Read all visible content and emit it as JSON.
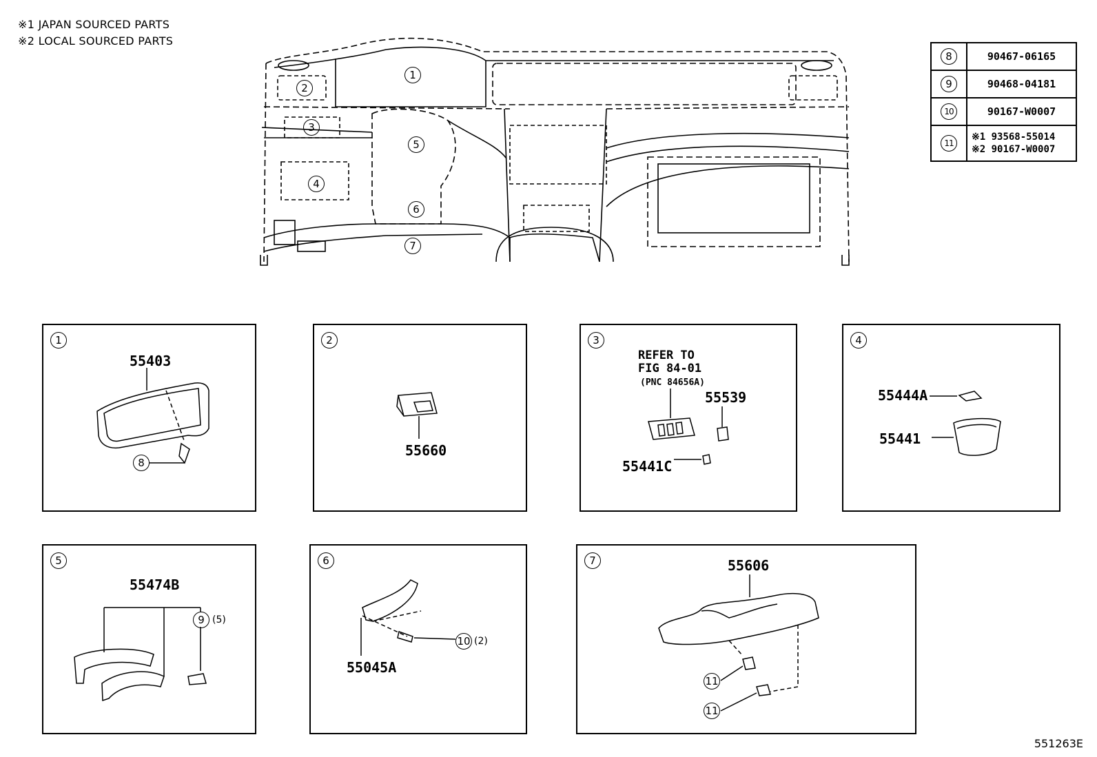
{
  "notes": [
    "※1 JAPAN SOURCED PARTS",
    "※2 LOCAL SOURCED PARTS"
  ],
  "parts_table": [
    {
      "ref": "8",
      "part": "90467-06165"
    },
    {
      "ref": "9",
      "part": "90468-04181"
    },
    {
      "ref": "10",
      "part": "90167-W0007"
    },
    {
      "ref": "11",
      "part_line1": "※1 93568-55014",
      "part_line2": "※2 90167-W0007"
    }
  ],
  "map_callouts": [
    "1",
    "2",
    "3",
    "4",
    "5",
    "6",
    "7"
  ],
  "panels": [
    {
      "num": "1",
      "labels": [
        "55403"
      ],
      "callouts": [
        "8"
      ]
    },
    {
      "num": "2",
      "labels": [
        "55660"
      ]
    },
    {
      "num": "3",
      "note_lines": [
        "REFER TO",
        "FIG 84-01",
        "(PNC 84656A)"
      ],
      "labels": [
        "55539",
        "55441C"
      ]
    },
    {
      "num": "4",
      "labels": [
        "55444A",
        "55441"
      ]
    },
    {
      "num": "5",
      "labels": [
        "55474B"
      ],
      "callouts": [
        "9"
      ],
      "qty": "(5)"
    },
    {
      "num": "6",
      "labels": [
        "55045A"
      ],
      "callouts": [
        "10"
      ],
      "qty": "(2)"
    },
    {
      "num": "7",
      "labels": [
        "55606"
      ],
      "callouts": [
        "11",
        "11"
      ]
    }
  ],
  "figure_id": "551263E"
}
